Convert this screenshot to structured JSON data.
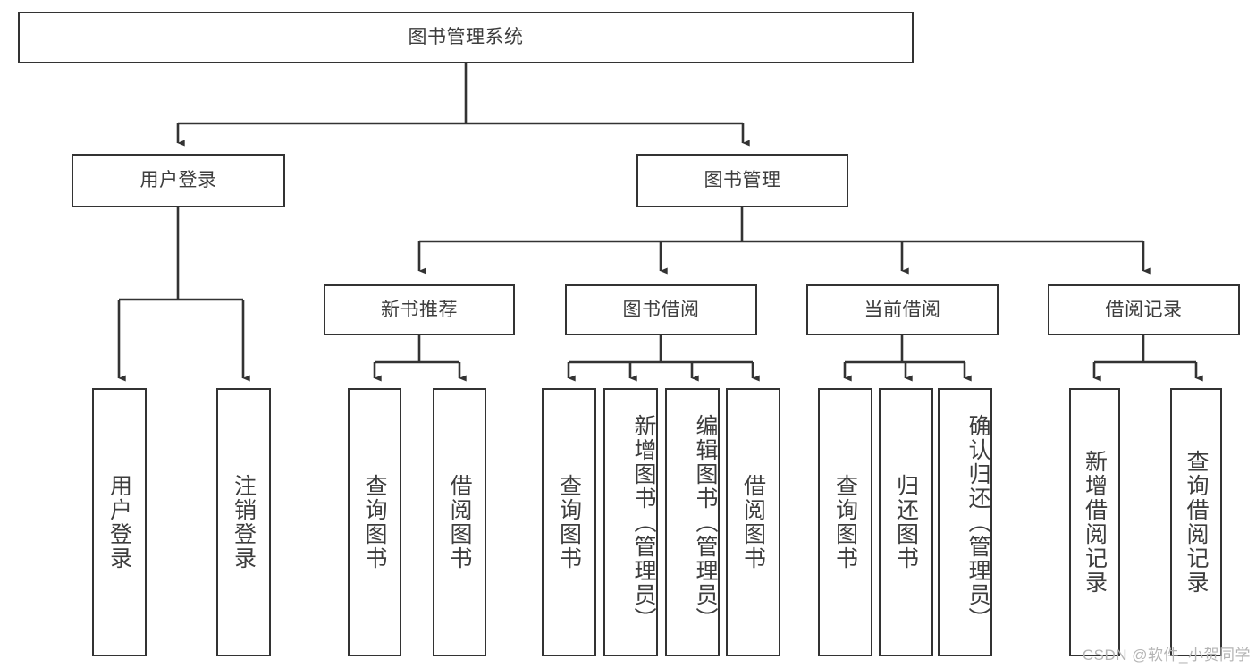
{
  "diagram": {
    "title": "图书管理系统",
    "type": "tree",
    "root": {
      "id": "root",
      "label": "图书管理系统"
    },
    "level2": [
      {
        "id": "user-login",
        "label": "用户登录"
      },
      {
        "id": "book-manage",
        "label": "图书管理"
      }
    ],
    "level3": [
      {
        "id": "new-book-rec",
        "label": "新书推荐",
        "parent": "book-manage"
      },
      {
        "id": "book-borrow",
        "label": "图书借阅",
        "parent": "book-manage"
      },
      {
        "id": "current-borrow",
        "label": "当前借阅",
        "parent": "book-manage"
      },
      {
        "id": "borrow-record",
        "label": "借阅记录",
        "parent": "book-manage"
      }
    ],
    "leaves": [
      {
        "id": "leaf-user-login",
        "label": "用户登录",
        "parent": "user-login"
      },
      {
        "id": "leaf-logout",
        "label": "注销登录",
        "parent": "user-login"
      },
      {
        "id": "leaf-query-book-1",
        "label": "查询图书",
        "parent": "new-book-rec"
      },
      {
        "id": "leaf-borrow-book-1",
        "label": "借阅图书",
        "parent": "new-book-rec"
      },
      {
        "id": "leaf-query-book-2",
        "label": "查询图书",
        "parent": "book-borrow"
      },
      {
        "id": "leaf-add-book",
        "label": "新增图书（管理员）",
        "parent": "book-borrow"
      },
      {
        "id": "leaf-edit-book",
        "label": "编辑图书（管理员）",
        "parent": "book-borrow"
      },
      {
        "id": "leaf-borrow-book-2",
        "label": "借阅图书",
        "parent": "book-borrow"
      },
      {
        "id": "leaf-query-book-3",
        "label": "查询图书",
        "parent": "current-borrow"
      },
      {
        "id": "leaf-return-book",
        "label": "归还图书",
        "parent": "current-borrow"
      },
      {
        "id": "leaf-confirm-return",
        "label": "确认归还（管理员）",
        "parent": "current-borrow"
      },
      {
        "id": "leaf-add-record",
        "label": "新增借阅记录",
        "parent": "borrow-record"
      },
      {
        "id": "leaf-query-record",
        "label": "查询借阅记录",
        "parent": "borrow-record"
      }
    ]
  },
  "watermark": {
    "text": "CSDN @软件_小贺同学"
  },
  "colors": {
    "stroke": "#333333",
    "text": "#3d3d3d",
    "background": "#ffffff",
    "watermark": "#b4b4b4"
  }
}
